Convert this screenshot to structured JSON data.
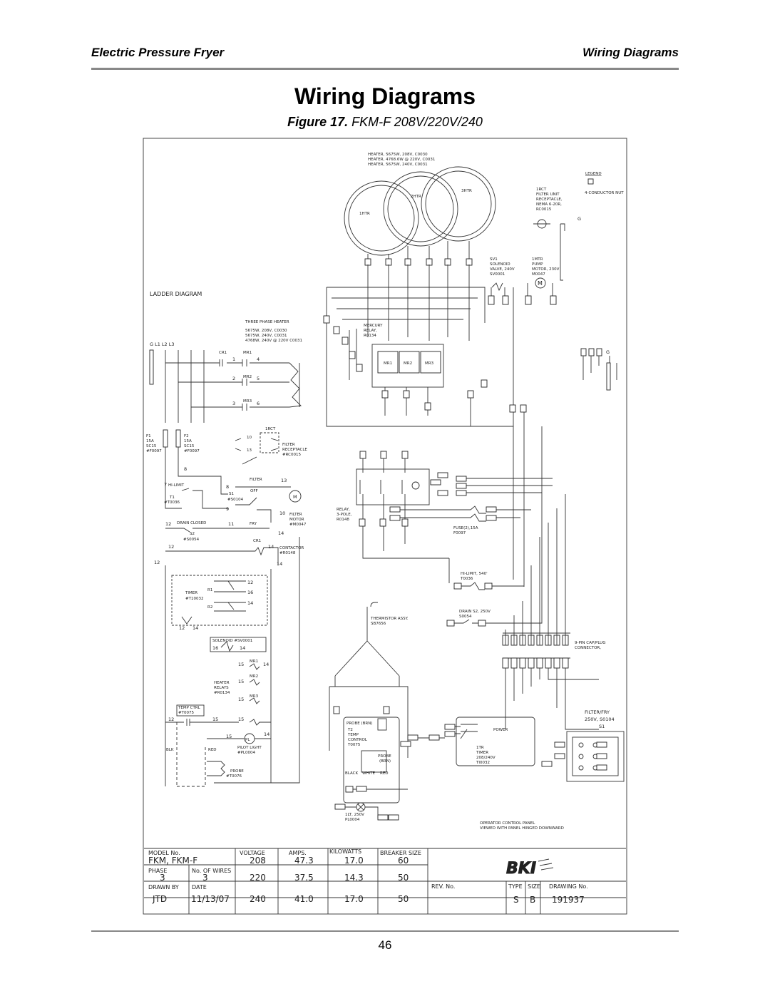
{
  "header": {
    "left": "Electric Pressure Fryer",
    "right": "Wiring Diagrams"
  },
  "title": "Wiring Diagrams",
  "caption": {
    "figure": "Figure 17.",
    "text": "FKM-F 208V/220V/240"
  },
  "page_number": "46",
  "diagram": {
    "heater_notes": [
      "HEATER, 5675W, 208V, C0030",
      "HEATER, 4768.6W @ 220V, C0031",
      "HEATER, 5675W, 240V, C0031"
    ],
    "heaters": [
      "1HTR",
      "2HTR",
      "3HTR"
    ],
    "legend": {
      "title": "LEGEND",
      "nut": "4-CONDUCTOR NUT"
    },
    "receptacle": [
      "1RCT",
      "FILTER UNIT",
      "RECEPTACLE,",
      "NEMA 6-20R,",
      "RC0015"
    ],
    "ground": "G",
    "solenoid_valve": [
      "SV1",
      "SOLENOID",
      "VALVE, 240V",
      "SV0001"
    ],
    "pump_motor": [
      "1MTR",
      "PUMP",
      "MOTOR, 230V",
      "M0047"
    ],
    "motor_symbol": "M",
    "ladder_title": "LADDER DIAGRAM",
    "three_phase": [
      "THREE PHASE HEATER",
      "5675W, 208V, C0030",
      "5675W, 240V, C0031",
      "4768W, 240V @ 220V C0031"
    ],
    "lines": "G  L1  L2  L3",
    "mercury_relay": [
      "MERCURY",
      "RELAY,",
      "R0134"
    ],
    "ladder_labels": {
      "cr1": "CR1",
      "mr1": "MR1",
      "mr2": "MR2",
      "mr3": "MR3",
      "f1": [
        "F1",
        "15A",
        "SC15",
        "#F0097"
      ],
      "f2": [
        "F2",
        "15A",
        "SC15",
        "#F0097"
      ],
      "rct": "1RCT",
      "filter_rec": [
        "FILTER",
        "RECEPTACLE",
        "#RC0015"
      ],
      "hilimit": "HI-LIMIT",
      "t1": [
        "T1",
        "#T0036"
      ],
      "filter": "FILTER",
      "off": "OFF",
      "s1": [
        "S1",
        "#S0104"
      ],
      "fry": "FRY",
      "filter_motor": [
        "FILTER",
        "MOTOR",
        "#M0047"
      ],
      "drain": "DRAIN CLOSED",
      "s2": [
        "S2",
        "#S0054"
      ],
      "contactor": [
        "CONTACTOR",
        "#R0148"
      ],
      "timer": [
        "TIMER",
        "#T10032"
      ],
      "r1": "R1",
      "r2": "R2",
      "solenoid": "SOLENOID #SV0001",
      "heater_relays": [
        "HEATER",
        "RELAYS",
        "#R0134"
      ],
      "temp_ctrl": [
        "TEMP CTRL",
        "#T0075"
      ],
      "pl": "PL",
      "pilot": [
        "PILOT LIGHT",
        "#PL0004"
      ],
      "blk": "BLK",
      "red": "RED",
      "probe": [
        "PROBE",
        "#T0076"
      ]
    },
    "relay_3pole": [
      "RELAY,",
      "3-POLE,",
      "R0148"
    ],
    "fuse": [
      "FUSE(2),15A",
      "F0097"
    ],
    "hi_limit": [
      "HI-LIMIT, 540'",
      "T0036"
    ],
    "drain_s2": [
      "DRAIN S2, 250V",
      "S0054"
    ],
    "thermistor": [
      "THERMISTOR ASSY.",
      "SB7656"
    ],
    "connector": [
      "9-PIN CAP/PLUG",
      "CONNECTOR,"
    ],
    "filter_fry": [
      "FILTER/FRY",
      "250V, S0104",
      "S1"
    ],
    "temp_control": [
      "PROBE (BRN)",
      "T2",
      "TEMP",
      "CONTROL",
      "T0075"
    ],
    "timer_box": [
      "1TR",
      "TIMER",
      "208/240V",
      "TI0032"
    ],
    "power": "POWER",
    "pilot_light": [
      "1LT, 250V",
      "PL0004"
    ],
    "panel_note": [
      "OPERATOR CONTROL PANEL",
      "VIEWED WITH PANEL HINGED DOWNWARD"
    ]
  },
  "title_block": {
    "model_label": "MODEL No.",
    "model": "FKM, FKM-F",
    "phase_label": "PHASE",
    "phase": "3",
    "wires_label": "No. OF WIRES",
    "wires": "3",
    "drawn_label": "DRAWN BY",
    "drawn": "JTD",
    "date_label": "DATE",
    "date": "11/13/07",
    "headers": [
      "VOLTAGE",
      "AMPS.",
      "KILOWATTS",
      "BREAKER SIZE"
    ],
    "rows": [
      [
        "208",
        "47.3",
        "17.0",
        "60"
      ],
      [
        "220",
        "37.5",
        "14.3",
        "50"
      ],
      [
        "240",
        "41.0",
        "17.0",
        "50"
      ]
    ],
    "logo": "BKI",
    "rev_label": "REV. No.",
    "type_label": "TYPE",
    "size_label": "SIZE",
    "drawing_label": "DRAWING No.",
    "type": "S",
    "size": "B",
    "drawing_no": "191937"
  }
}
